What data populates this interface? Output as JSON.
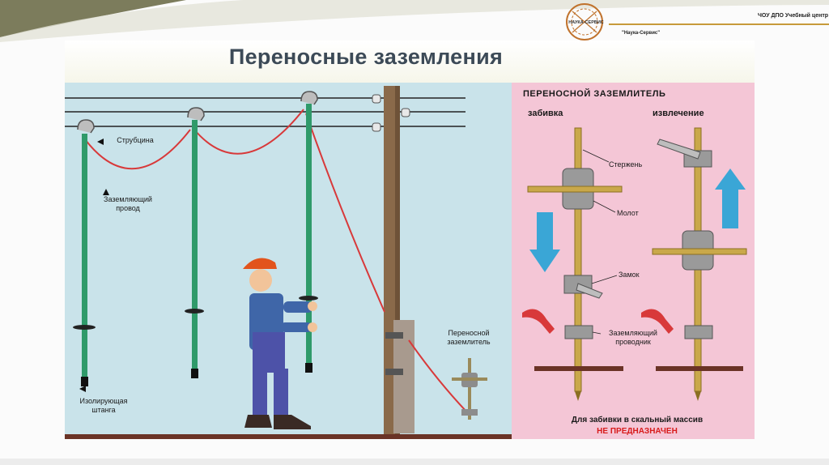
{
  "header": {
    "logo_text": "НАУКА-СЕРВИС",
    "org_name": "ЧОУ ДПО Учебный центр",
    "org_sub": "\"Наука-Сервис\""
  },
  "title": "Переносные заземления",
  "left_labels": {
    "clamp": "Струбцина",
    "wire": "Заземляющий провод",
    "rod": "Изолирующая штанга",
    "grounder": "Переносной заземлитель"
  },
  "right": {
    "heading": "ПЕРЕНОСНОЙ ЗАЗЕМЛИТЕЛЬ",
    "drive": "забивка",
    "extract": "извлечение",
    "labels": {
      "rod": "Стержень",
      "hammer": "Молот",
      "lock": "Замок",
      "conductor": "Заземляющий проводник"
    },
    "note": "Для забивки в скальный массив",
    "warning": "НЕ ПРЕДНАЗНАЧЕН"
  },
  "colors": {
    "title": "#3c4a57",
    "left_bg": "#c9e3ea",
    "right_bg": "#f4c6d6",
    "rod_green": "#2f9a6a",
    "wire_red": "#d8393a",
    "arrow_blue": "#3aa6d6",
    "warning_red": "#d81b1b"
  }
}
